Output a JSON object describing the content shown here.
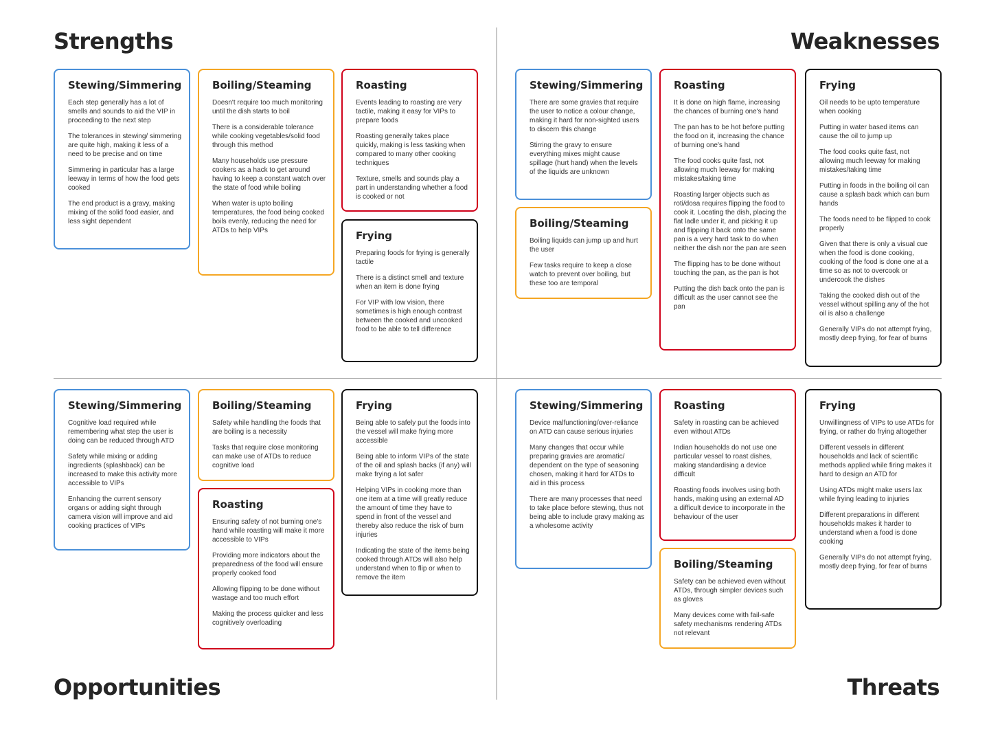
{
  "quadrants": {
    "strengths": {
      "title": "Strengths",
      "cards": [
        {
          "title": "Stewing/Simmering",
          "items": [
            "Each step generally has a lot of smells and sounds to aid the VIP in proceeding to the next step",
            "The tolerances in stewing/ simmering are quite high, making it less of a need to be precise and on time",
            "Simmering in particular has a large leeway in terms of how the food gets cooked",
            "The end product is a gravy, making mixing of the solid food easier, and less sight dependent"
          ]
        },
        {
          "title": "Boiling/Steaming",
          "items": [
            "Doesn't require too much monitoring until the dish starts to boil",
            "There is a considerable tolerance while cooking vegetables/solid food through this method",
            "Many households use pressure cookers as a hack to get around having to keep a constant watch over the state of food while boiling",
            "When water is upto boiling temperatures, the food being cooked boils evenly, reducing the need for ATDs to help VIPs"
          ]
        },
        {
          "title": "Roasting",
          "items": [
            "Events leading to roasting are very tactile, making it easy for VIPs to prepare foods",
            "Roasting generally takes place quickly, making is less tasking when compared to many other cooking techniques",
            "Texture, smells and sounds play a part in understanding whether a food is cooked or not"
          ]
        },
        {
          "title": "Frying",
          "items": [
            "Preparing foods for frying is generally tactile",
            "There is a distinct smell and texture when an item is done frying",
            "For VIP with low vision, there sometimes is high enough contrast between the cooked and uncooked food to be able to tell difference"
          ]
        }
      ]
    },
    "weaknesses": {
      "title": "Weaknesses",
      "cards": [
        {
          "title": "Stewing/Simmering",
          "items": [
            "There are some gravies that require the user to notice a colour change, making it hard for non-sighted users to discern this change",
            "Stirring the gravy to ensure everything mixes might cause spillage (hurt hand) when the levels of the liquids are unknown"
          ]
        },
        {
          "title": "Boiling/Steaming",
          "items": [
            "Boiling liquids can jump up and hurt the user",
            "Few tasks require to keep a close watch to prevent over boiling, but these too are temporal"
          ]
        },
        {
          "title": "Roasting",
          "items": [
            "It is done on high flame, increasing the chances of burning one's hand",
            "The pan has to be hot before putting the food on it, increasing the chance of burning one's hand",
            "The food cooks quite fast, not allowing much leeway for making mistakes/taking time",
            "Roasting larger objects such as roti/dosa requires flipping the food to cook it. Locating the dish, placing the flat ladle under it, and picking it up and flipping it back onto the same pan is a very hard task to do when neither the dish nor the pan are seen",
            "The flipping has to be done without touching the pan, as the pan is hot",
            "Putting the dish back onto the pan is difficult as the user cannot see the pan"
          ]
        },
        {
          "title": "Frying",
          "items": [
            "Oil needs to be upto temperature when cooking",
            "Putting in water based items can cause the oil to jump up",
            "The food cooks quite fast, not allowing much leeway for making mistakes/taking time",
            "Putting in foods in the boiling oil can cause a splash back which can burn hands",
            "The foods need to be flipped to cook properly",
            "Given that there is only a visual cue when the food is done cooking, cooking of the food is done one at a time so as not to overcook or undercook the dishes",
            "Taking the cooked dish out of the vessel without spilling any of the hot oil is also a challenge",
            "Generally VIPs do not attempt frying, mostly deep frying, for fear of burns"
          ]
        }
      ]
    },
    "opportunities": {
      "title": "Opportunities",
      "cards": [
        {
          "title": "Stewing/Simmering",
          "items": [
            "Cognitive load required while remembering what step the user is doing can be reduced through ATD",
            "Safety while mixing or adding ingredients (splashback) can be increased to make this activity more accessible to VIPs",
            "Enhancing the current sensory organs or adding sight through camera vision will improve and aid cooking practices of VIPs"
          ]
        },
        {
          "title": "Boiling/Steaming",
          "items": [
            "Safety while handling the foods that are boiling is a necessity",
            "Tasks that require close monitoring can make use of ATDs to reduce cognitive load"
          ]
        },
        {
          "title": "Roasting",
          "items": [
            "Ensuring safety of not burning one's hand while roasting will make it more accessible to VIPs",
            "Providing more indicators about the preparedness of the food will ensure properly cooked food",
            "Allowing flipping to be done without wastage and too much effort",
            "Making the process quicker and less cognitively overloading"
          ]
        },
        {
          "title": "Frying",
          "items": [
            "Being able to safely put the foods into the vessel will make frying more accessible",
            "Being able to inform VIPs of the state of the oil and splash backs (if any) will make frying a lot safer",
            "Helping VIPs in cooking more than one item at a time will greatly reduce the amount of time they have to spend in front of the vessel and thereby also reduce the risk of burn injuries",
            "Indicating the state of the items being cooked through ATDs will also help understand when to flip or when to remove the item"
          ]
        }
      ]
    },
    "threats": {
      "title": "Threats",
      "cards": [
        {
          "title": "Stewing/Simmering",
          "items": [
            "Device malfunctioning/over-reliance on ATD can cause serious injuries",
            "Many changes that occur while preparing gravies are aromatic/ dependent on the type of seasoning chosen, making it hard for ATDs to aid in this process",
            "There are many processes that need to take place before stewing, thus not being able to include gravy making as a wholesome activity"
          ]
        },
        {
          "title": "Roasting",
          "items": [
            "Safety in roasting can be achieved even without ATDs",
            "Indian households do not use one particular vessel to roast dishes, making standardising a device difficult",
            "Roasting foods involves using both hands, making using an external AD a difficult device to incorporate in the behaviour of the user"
          ]
        },
        {
          "title": "Boiling/Steaming",
          "items": [
            "Safety can be achieved even without ATDs, through simpler devices such as gloves",
            "Many devices come with fail-safe safety mechanisms rendering ATDs not relevant"
          ]
        },
        {
          "title": "Frying",
          "items": [
            "Unwillingness of VIPs to use ATDs for frying, or rather do frying altogether",
            "Different vessels in different households and lack of scientific methods applied while firing makes it hard to design an ATD for",
            "Using ATDs might make users lax while frying leading to injuries",
            "Different preparations in different households makes it harder to understand when a food is done cooking",
            "Generally VIPs do not attempt frying, mostly deep frying, for fear of burns"
          ]
        }
      ]
    }
  }
}
